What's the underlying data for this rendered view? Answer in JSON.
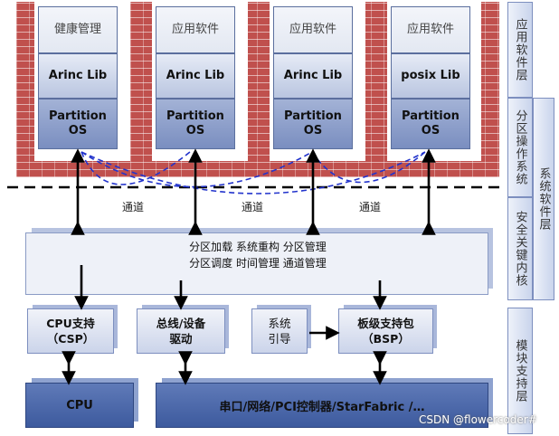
{
  "partitions": [
    {
      "top": "健康管理",
      "lib": "Arinc Lib",
      "os": "Partition\nOS"
    },
    {
      "top": "应用软件",
      "lib": "Arinc Lib",
      "os": "Partition\nOS"
    },
    {
      "top": "应用软件",
      "lib": "Arinc Lib",
      "os": "Partition\nOS"
    },
    {
      "top": "应用软件",
      "lib": "posix Lib",
      "os": "Partition\nOS"
    }
  ],
  "channels": [
    "通道",
    "通道",
    "通道"
  ],
  "kernel_functions": "分区加载  系统重构  分区管理\n分区调度  时间管理  通道管理",
  "support": {
    "csp": "CPU支持\n（CSP）",
    "bus": "总线/设备\n驱动",
    "boot": "系统\n引导",
    "bsp": "板级支持包\n（BSP）"
  },
  "hardware": {
    "cpu": "CPU",
    "io": "串口/网络/PCI控制器/StarFabric /…"
  },
  "layers": {
    "app": "应用软件层",
    "pos": "分区操作系统",
    "kernel": "安全关键内核",
    "system": "系统软件层",
    "module": "模块支持层"
  },
  "watermark": "CSDN @flowercoder#",
  "colors": {
    "brick": "#c0504d",
    "partition_os": "#7a8ec0",
    "hardware": "#3d5a9e"
  }
}
